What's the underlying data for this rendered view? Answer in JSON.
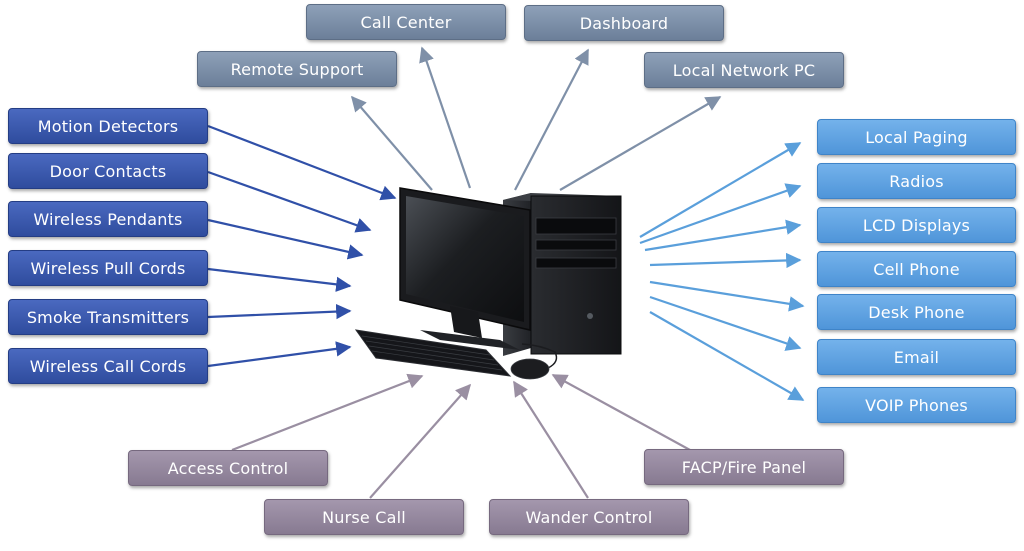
{
  "colors": {
    "top_boxes": "#7a8aa3",
    "left_boxes": "#3555aa",
    "right_boxes": "#5da3e2",
    "bottom_boxes": "#958a9e",
    "top_arrow": "#7f90a8",
    "left_arrow": "#3050a8",
    "right_arrow": "#5a9fdb",
    "bottom_arrow": "#9a8fa2"
  },
  "center_icon": "desktop-computer-icon",
  "top": {
    "call_center": "Call Center",
    "dashboard": "Dashboard",
    "remote_support": "Remote Support",
    "local_network_pc": "Local Network PC"
  },
  "left": {
    "motion_detectors": "Motion Detectors",
    "door_contacts": "Door Contacts",
    "wireless_pendants": "Wireless Pendants",
    "wireless_pull_cords": "Wireless Pull Cords",
    "smoke_transmitters": "Smoke Transmitters",
    "wireless_call_cords": "Wireless Call Cords"
  },
  "right": {
    "local_paging": "Local Paging",
    "radios": "Radios",
    "lcd_displays": "LCD Displays",
    "cell_phone": "Cell Phone",
    "desk_phone": "Desk Phone",
    "email": "Email",
    "voip_phones": "VOIP Phones"
  },
  "bottom": {
    "access_control": "Access Control",
    "nurse_call": "Nurse Call",
    "wander_control": "Wander Control",
    "facp_fire_panel": "FACP/Fire Panel"
  }
}
